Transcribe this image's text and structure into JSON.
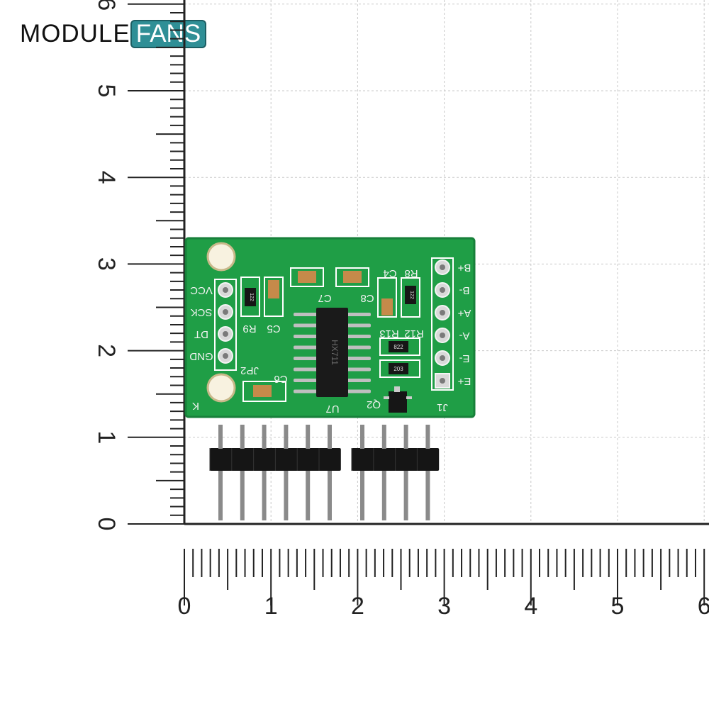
{
  "logo": {
    "part1": "MODULE",
    "part2": "FANS",
    "accent_color": "#2f8f96"
  },
  "ruler": {
    "x_labels": [
      "0",
      "1",
      "2",
      "3",
      "4",
      "5",
      "6"
    ],
    "y_labels": [
      "0",
      "1",
      "2",
      "3",
      "4",
      "5",
      "6"
    ]
  },
  "board": {
    "color": "#1f9e46",
    "left_pins": [
      "VCC",
      "SCK",
      "DT",
      "GND"
    ],
    "right_pins": [
      "B+",
      "B-",
      "A+",
      "A-",
      "E-",
      "E+"
    ],
    "silk_labels": {
      "jp2": "JP2",
      "r9": "R9",
      "c5": "C5",
      "c7": "C7",
      "c8": "C8",
      "c4": "C4",
      "r8": "R8",
      "r12": "R12",
      "r13": "R13",
      "c6": "C6",
      "u7": "U7",
      "q2": "Q2",
      "j1": "J1",
      "k": "K",
      "chip_text": "HX711",
      "res_822": "822",
      "res_203": "203",
      "res_122a": "122",
      "res_122b": "122"
    }
  },
  "header_pins": {
    "group1_count": 6,
    "group2_count": 4
  }
}
